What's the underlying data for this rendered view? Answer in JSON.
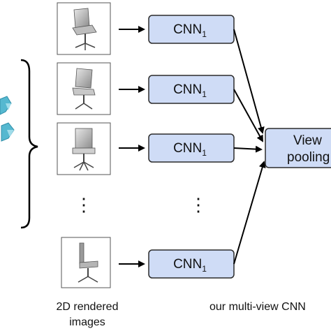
{
  "modules": [
    {
      "base": "CNN",
      "sub": "1"
    },
    {
      "base": "CNN",
      "sub": "1"
    },
    {
      "base": "CNN",
      "sub": "1"
    },
    {
      "base": "CNN",
      "sub": "1"
    }
  ],
  "ellipsis": "⋮",
  "pooling": {
    "line1": "View",
    "line2": "pooling"
  },
  "captions": {
    "rendered_line1": "2D rendered",
    "rendered_line2": "images",
    "multiview": "our multi-view CNN"
  },
  "colors": {
    "box_fill": "#cfdcf6",
    "box_stroke": "#2b2b2b",
    "arrow": "#000000",
    "left_object": "#55b8d0"
  },
  "icons": [
    "chair-icon"
  ]
}
